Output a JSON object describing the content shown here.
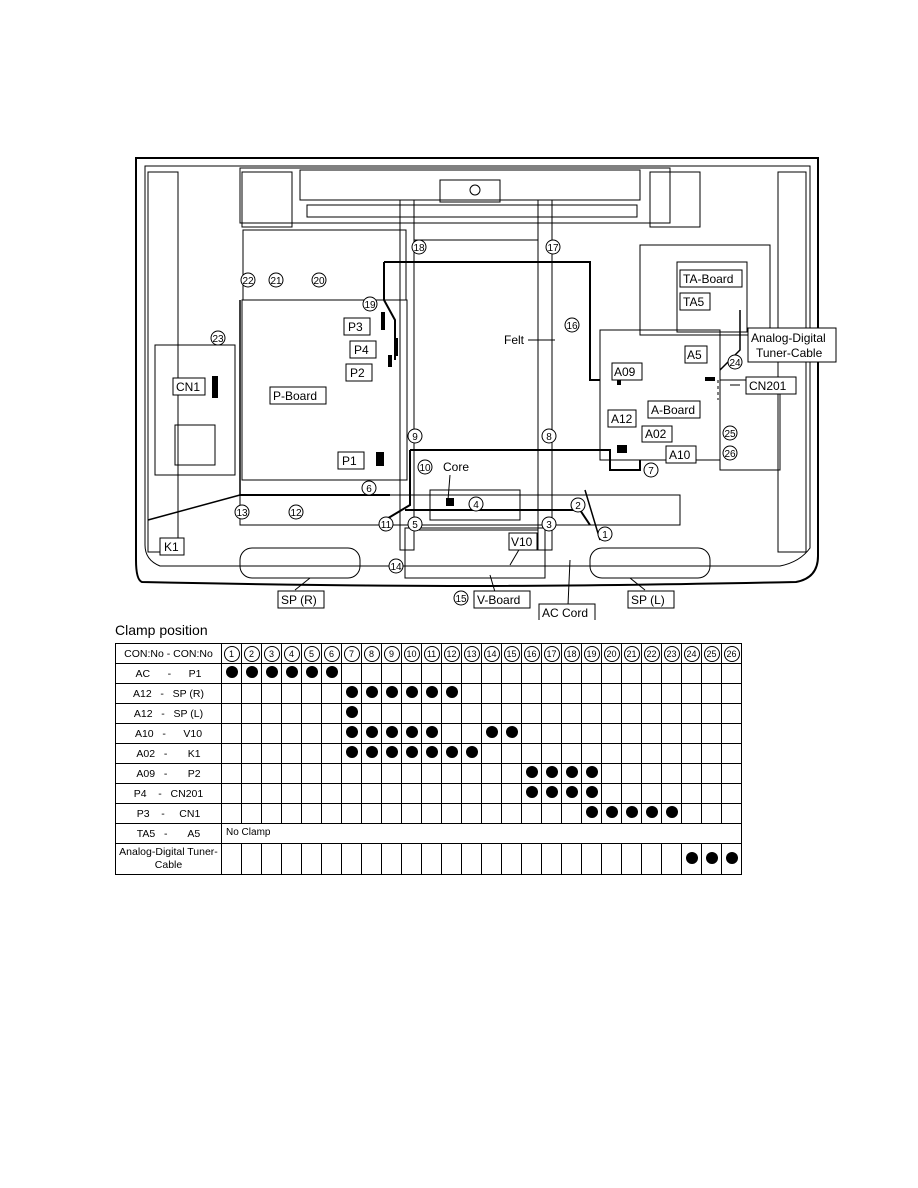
{
  "diagram": {
    "labels": {
      "ta_board": "TA-Board",
      "ta5": "TA5",
      "tuner_cable_line1": "Analog-Digital",
      "tuner_cable_line2": "Tuner-Cable",
      "a5": "A5",
      "cn201": "CN201",
      "felt": "Felt",
      "a09": "A09",
      "a_board": "A-Board",
      "a12": "A12",
      "a02": "A02",
      "a10": "A10",
      "p3": "P3",
      "p4": "P4",
      "p2": "P2",
      "p1": "P1",
      "p_board": "P-Board",
      "cn1": "CN1",
      "core": "Core",
      "k1": "K1",
      "v10": "V10",
      "sp_r": "SP (R)",
      "v_board": "V-Board",
      "ac_cord": "AC Cord",
      "sp_l": "SP (L)"
    },
    "clamp_markers": [
      "1",
      "2",
      "3",
      "4",
      "5",
      "6",
      "7",
      "8",
      "9",
      "10",
      "11",
      "12",
      "13",
      "14",
      "15",
      "16",
      "17",
      "18",
      "19",
      "20",
      "21",
      "22",
      "23",
      "24",
      "25",
      "26"
    ]
  },
  "clamp_table": {
    "title": "Clamp position",
    "header": "CON:No - CON:No",
    "columns": [
      "1",
      "2",
      "3",
      "4",
      "5",
      "6",
      "7",
      "8",
      "9",
      "10",
      "11",
      "12",
      "13",
      "14",
      "15",
      "16",
      "17",
      "18",
      "19",
      "20",
      "21",
      "22",
      "23",
      "24",
      "25",
      "26"
    ],
    "rows": [
      {
        "label": "AC      -      P1",
        "clamps": [
          1,
          2,
          3,
          4,
          5,
          6
        ]
      },
      {
        "label": "A12   -   SP (R)",
        "clamps": [
          7,
          8,
          9,
          10,
          11,
          12
        ]
      },
      {
        "label": "A12   -   SP (L)",
        "clamps": [
          7
        ]
      },
      {
        "label": "A10   -      V10",
        "clamps": [
          7,
          8,
          9,
          10,
          11,
          14,
          15
        ]
      },
      {
        "label": "A02   -       K1",
        "clamps": [
          7,
          8,
          9,
          10,
          11,
          12,
          13
        ]
      },
      {
        "label": "A09   -       P2",
        "clamps": [
          16,
          17,
          18,
          19
        ]
      },
      {
        "label": "P4    -   CN201",
        "clamps": [
          16,
          17,
          18,
          19
        ]
      },
      {
        "label": "P3    -     CN1",
        "clamps": [
          19,
          20,
          21,
          22,
          23
        ]
      },
      {
        "label": "TA5   -       A5",
        "clamps": [],
        "note": "No Clamp"
      },
      {
        "label": "Analog-Digital Tuner-Cable",
        "clamps": [
          24,
          25,
          26
        ],
        "tall": true
      }
    ]
  }
}
